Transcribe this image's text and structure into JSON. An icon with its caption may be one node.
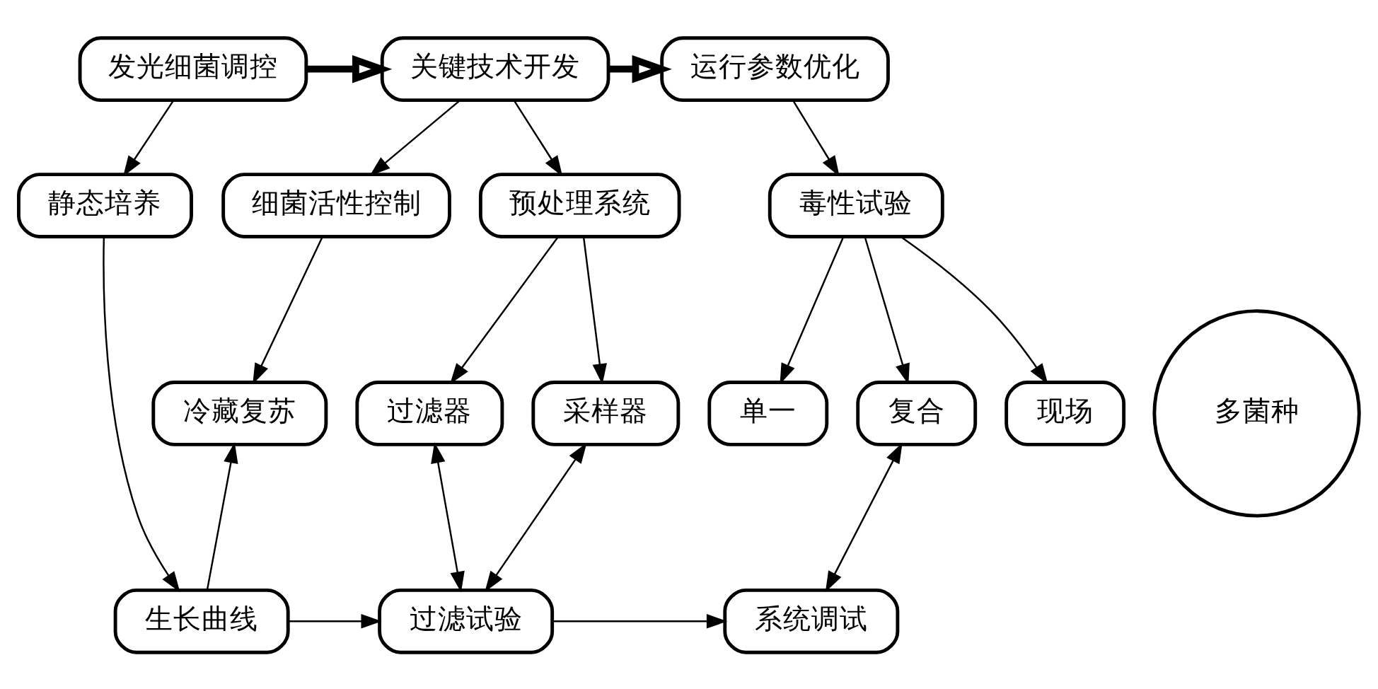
{
  "diagram": {
    "nodes": [
      {
        "text": [
          "发光细菌调控"
        ]
      },
      {
        "text": [
          "关键技术开发"
        ]
      },
      {
        "text": [
          "运行参数优化"
        ]
      },
      {
        "text": [
          "静态培养"
        ]
      },
      {
        "text": [
          "细菌活性控制"
        ]
      },
      {
        "text": [
          "预处理系统"
        ]
      },
      {
        "text": [
          "毒性试验"
        ]
      },
      {
        "text": [
          "多菌种"
        ]
      },
      {
        "text": [
          "冷藏复苏"
        ]
      },
      {
        "text": [
          "过滤器"
        ]
      },
      {
        "text": [
          "采样器"
        ]
      },
      {
        "text": [
          "单一"
        ]
      },
      {
        "text": [
          "复合"
        ]
      },
      {
        "text": [
          "现场"
        ]
      },
      {
        "text": [
          "生长曲线"
        ]
      },
      {
        "text": [
          "过滤试验"
        ]
      },
      {
        "text": [
          "系统调试"
        ]
      }
    ],
    "edges": [
      {
        "from": 0,
        "to": 1,
        "arrow": "to",
        "style": "thick"
      },
      {
        "from": 1,
        "to": 2,
        "arrow": "to",
        "style": "thick"
      },
      {
        "from": 0,
        "to": 3,
        "arrow": "to"
      },
      {
        "from": 1,
        "to": 4,
        "arrow": "to"
      },
      {
        "from": 1,
        "to": 5,
        "arrow": "to"
      },
      {
        "from": 2,
        "to": 6,
        "arrow": "to"
      },
      {
        "from": 3,
        "to": 14,
        "arrow": "to"
      },
      {
        "from": 4,
        "to": 8,
        "arrow": "to"
      },
      {
        "from": 5,
        "to": 9,
        "arrow": "to"
      },
      {
        "from": 5,
        "to": 10,
        "arrow": "to"
      },
      {
        "from": 6,
        "to": 11,
        "arrow": "to"
      },
      {
        "from": 6,
        "to": 12,
        "arrow": "to"
      },
      {
        "from": 6,
        "to": 13,
        "arrow": "to"
      },
      {
        "from": 14,
        "to": 8,
        "arrow": "to"
      },
      {
        "from": 14,
        "to": 15,
        "arrow": "to"
      },
      {
        "from": 9,
        "to": 15,
        "arrow": "both"
      },
      {
        "from": 10,
        "to": 15,
        "arrow": "both"
      },
      {
        "from": 15,
        "to": 16,
        "arrow": "to"
      },
      {
        "from": 12,
        "to": 16,
        "arrow": "both"
      }
    ]
  }
}
